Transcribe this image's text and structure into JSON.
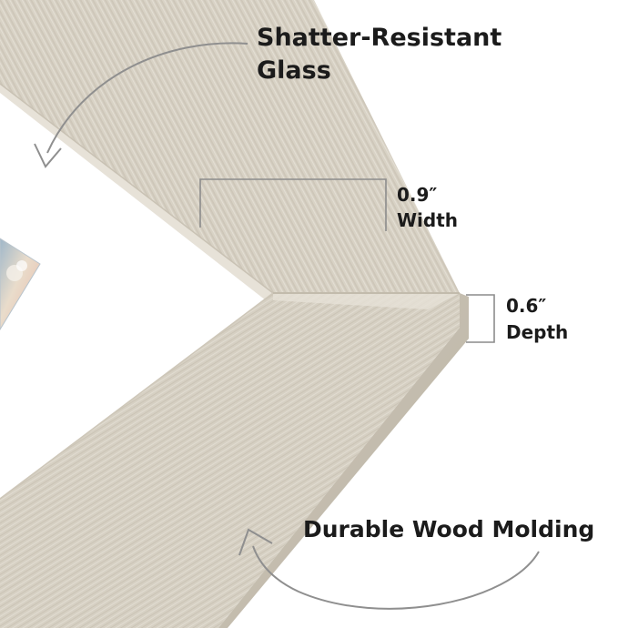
{
  "callouts": {
    "glass": {
      "line1": "Shatter-Resistant",
      "line2": "Glass"
    },
    "width": {
      "value": "0.9″",
      "label": "Width"
    },
    "depth": {
      "value": "0.6″",
      "label": "Depth"
    },
    "molding": {
      "text": "Durable Wood Molding"
    }
  },
  "colors": {
    "frame_face": "#d9d3c6",
    "frame_side": "#c3bcad",
    "frame_bevel": "#e9e5dc",
    "mat": "#ffffff",
    "text": "#1b1b1b",
    "bracket": "#8c8c8c",
    "arrow": "#8f8f8f"
  },
  "icons": {
    "glass_arrow": "curved-arrow-icon",
    "molding_arrow": "curved-arrow-icon",
    "width_bracket": "dimension-bracket-icon",
    "depth_bracket": "dimension-bracket-icon"
  }
}
